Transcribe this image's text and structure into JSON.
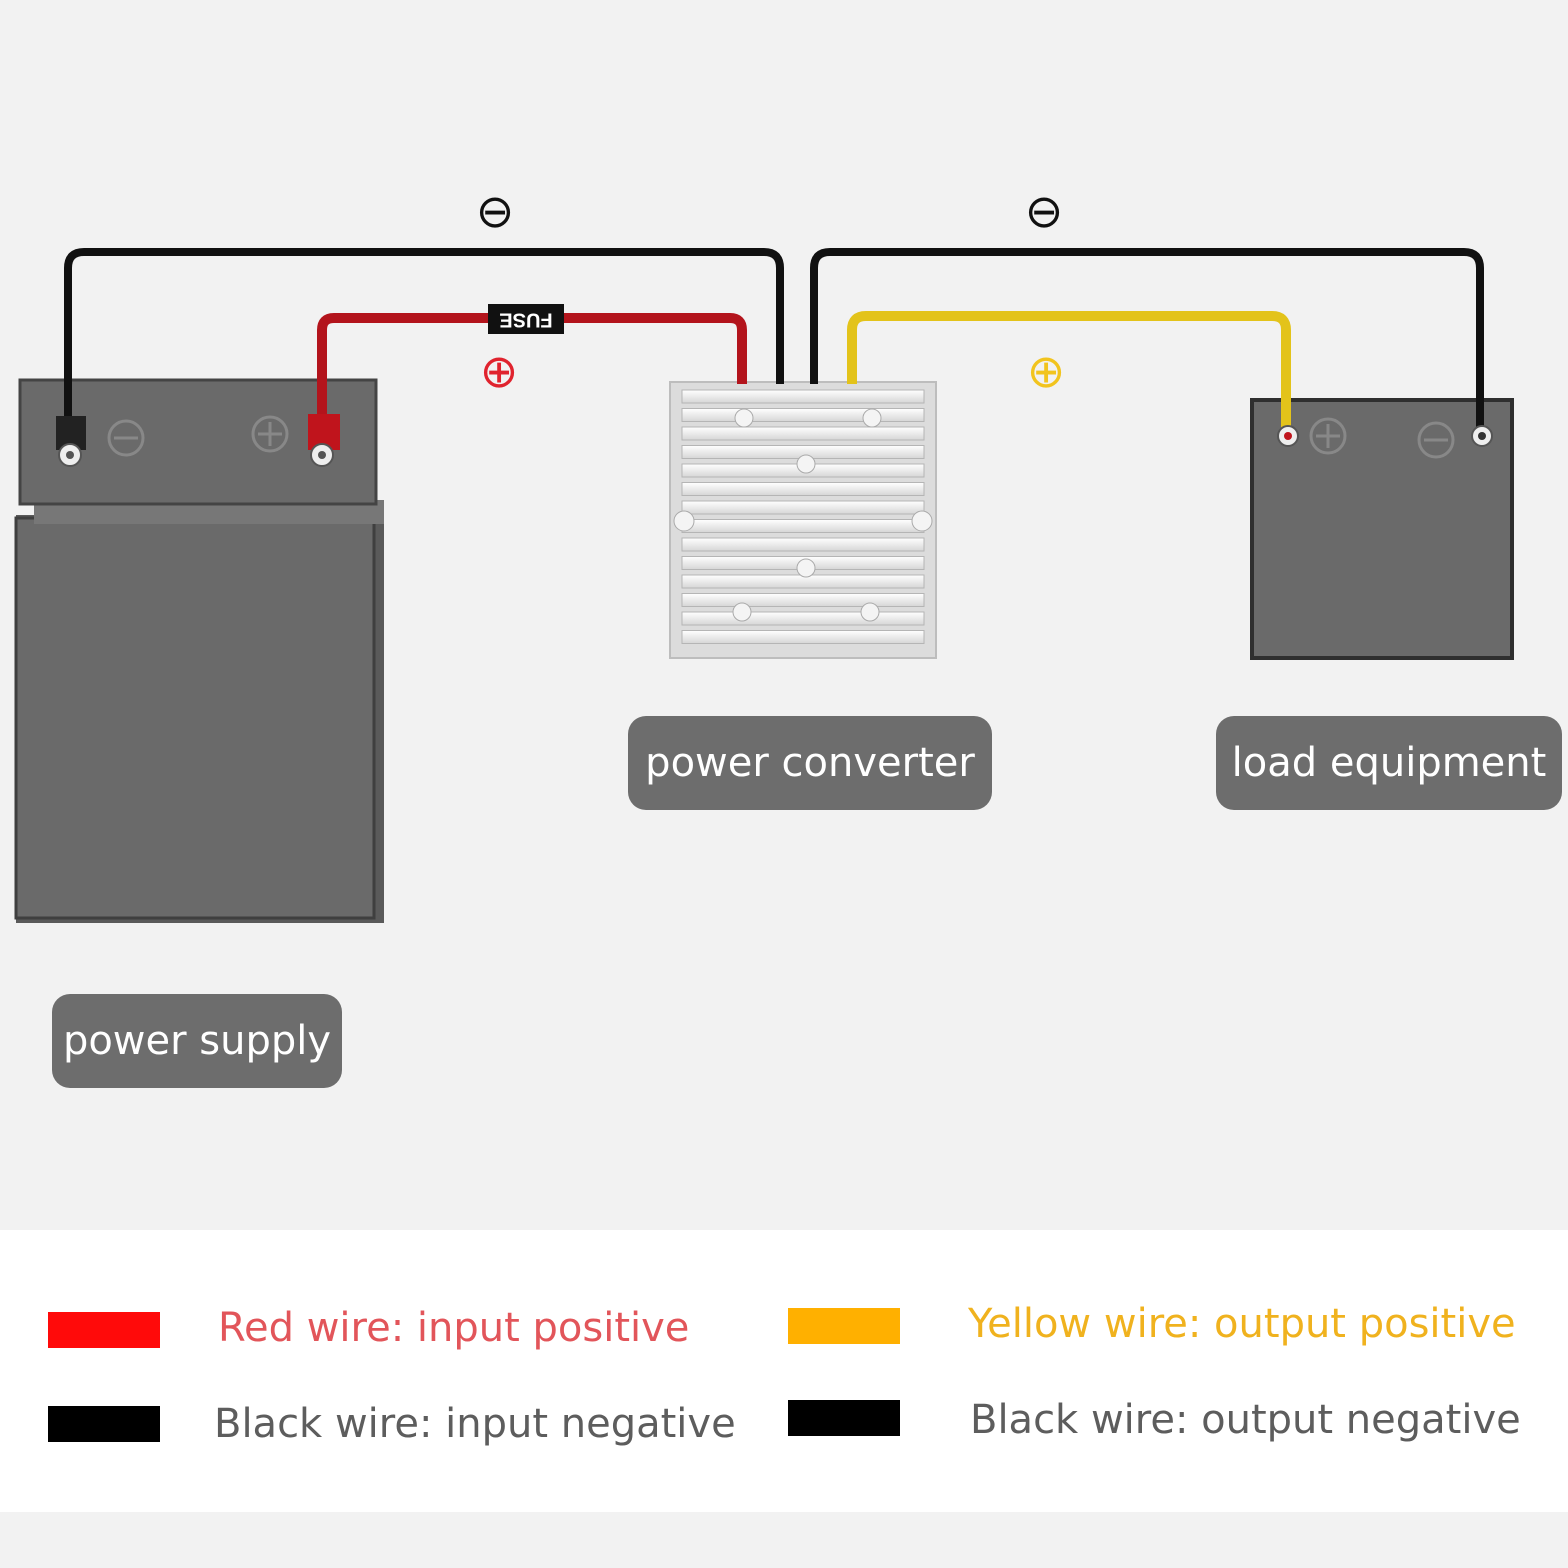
{
  "diagram": {
    "minus_symbol": "⊖",
    "plus_symbol": "⊕",
    "fuse_label": "FUSE"
  },
  "components": {
    "power_converter": "power converter",
    "load_equipment": "load equipment",
    "power_supply": "power supply"
  },
  "legend": {
    "items": [
      {
        "label": "Red wire: input positive",
        "color": "#ff0a0a",
        "text_color": "#e2555a"
      },
      {
        "label": "Yellow wire: output positive",
        "color": "#ffb000",
        "text_color": "#f0b21e"
      },
      {
        "label": "Black wire: input negative",
        "color": "#000000",
        "text_color": "#5d5d5d"
      },
      {
        "label": "Black wire: output negative",
        "color": "#000000",
        "text_color": "#5d5d5d"
      }
    ]
  },
  "colors": {
    "red_wire": "#b3141c",
    "yellow_wire": "#e3c31a",
    "black_wire": "#111111",
    "device_gray": "#6a6a6a",
    "label_bg": "#6d6d6d"
  }
}
